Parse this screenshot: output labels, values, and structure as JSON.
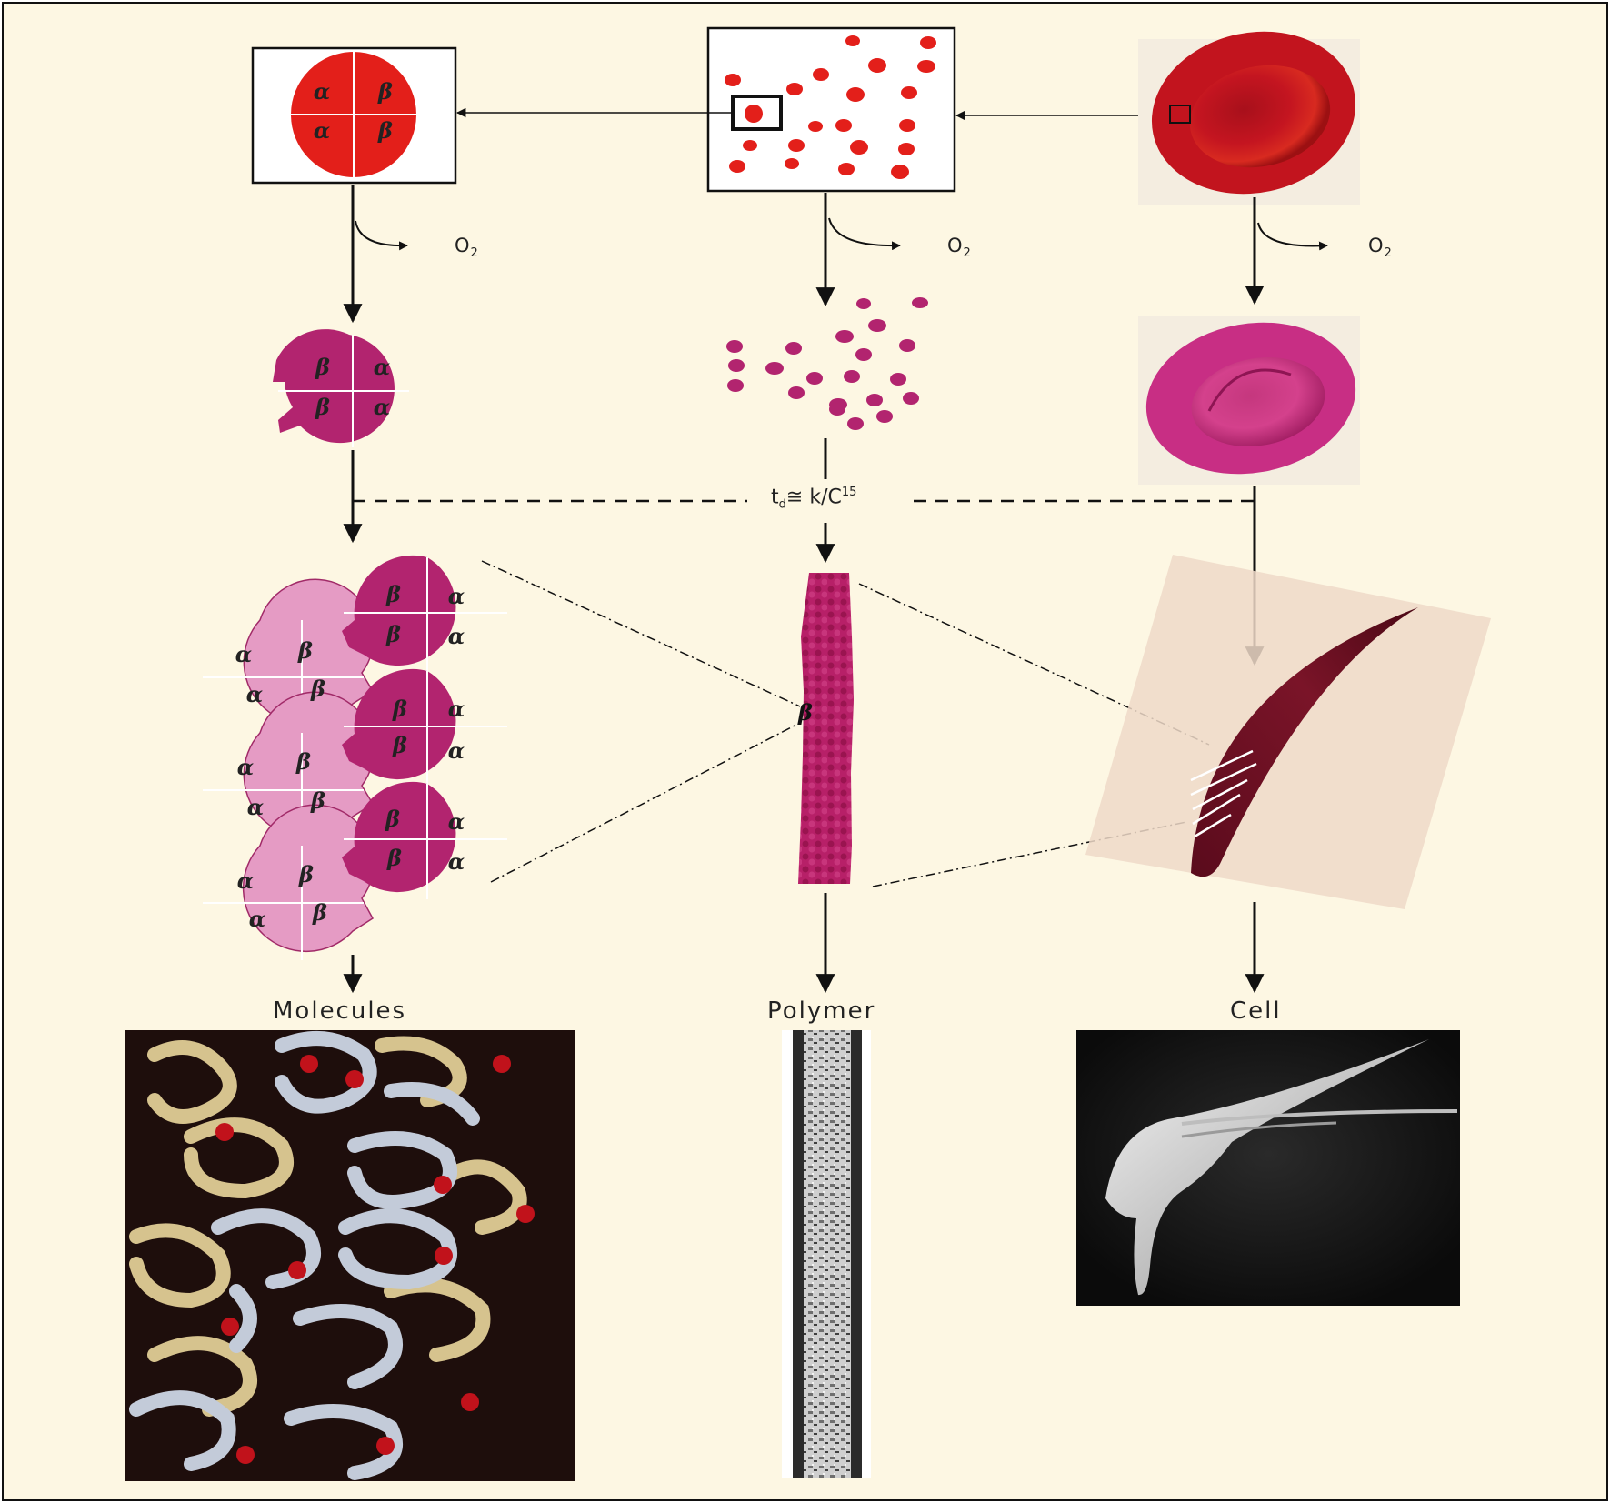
{
  "colors": {
    "background": "#fdf7e3",
    "oxy_red": "#e31f1a",
    "deoxy_magenta": "#b2246f",
    "pale_pink": "#e59bc4",
    "sickle_dark": "#6d0f22"
  },
  "greek": {
    "alpha": "α",
    "beta": "β"
  },
  "reaction": {
    "o2_prefix": "O",
    "o2_sub": "2"
  },
  "equation": {
    "t": "t",
    "t_sub": "d",
    "rel": "≅ k/C",
    "exp": "15"
  },
  "labels": {
    "molecules": "Molecules",
    "polymer": "Polymer",
    "cell": "Cell"
  },
  "images": {
    "molecule_model": "hemoglobin-fiber-molecular-model",
    "polymer_micrograph": "polymer-fiber-micrograph",
    "cell_micrograph": "sickle-cell-micrograph"
  }
}
